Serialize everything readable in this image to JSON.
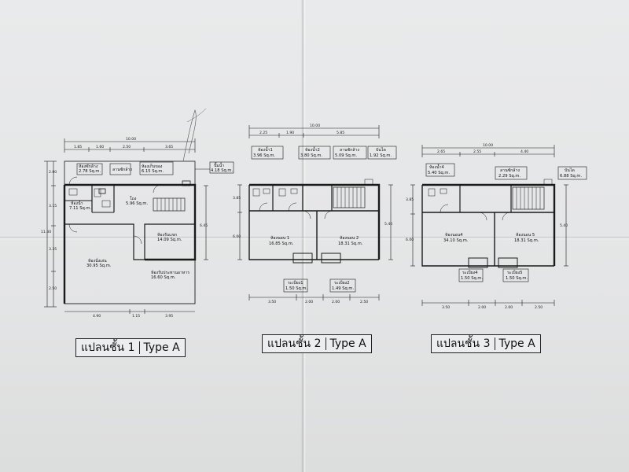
{
  "plans": [
    {
      "title_th": "แปลนชั้น 1",
      "title_type": "Type A",
      "dims_top": [
        "10.00",
        "1.85",
        "1.60",
        "2.50",
        "3.65"
      ],
      "dims_bottom": [
        "4.90",
        "1.15",
        "3.95"
      ],
      "dims_left": [
        "2.00",
        "3.15",
        "11.30",
        "3.35",
        "2.50"
      ],
      "dims_right": [
        "6.45"
      ],
      "rooms": [
        {
          "name": "ห้องซักล้าง",
          "area": "2.78 Sq.m."
        },
        {
          "name": "ลานซักล้าง",
          "area": ""
        },
        {
          "name": "ห้องเก็บของ",
          "area": "6.15 Sq.m."
        },
        {
          "name": "ปั๊มน้ำ",
          "area": "4.18 Sq.m."
        },
        {
          "name": "ห้องน้ำ",
          "area": "7.11 Sq.m."
        },
        {
          "name": "โถง",
          "area": "5.96 Sq.m."
        },
        {
          "name": "ห้องรับแขก",
          "area": "14.09 Sq.m."
        },
        {
          "name": "ห้องนั่งเล่น",
          "area": "30.95 Sq.m."
        },
        {
          "name": "ห้องรับประทานอาหาร",
          "area": "16.60 Sq.m."
        }
      ]
    },
    {
      "title_th": "แปลนชั้น 2",
      "title_type": "Type A",
      "dims_top": [
        "10.00",
        "2.25",
        "1.90",
        "5.85"
      ],
      "dims_bottom": [
        "3.50",
        "2.00",
        "2.00",
        "2.50"
      ],
      "dims_left": [
        "3.85",
        "6.00"
      ],
      "dims_right": [
        "5.40"
      ],
      "rooms": [
        {
          "name": "ห้องน้ำ1",
          "area": "3.96 Sq.m."
        },
        {
          "name": "ห้องน้ำ2",
          "area": "3.80 Sq.m."
        },
        {
          "name": "ลานซักล้าง",
          "area": "5.09 Sq.m."
        },
        {
          "name": "บันได",
          "area": "1.92 Sq.m."
        },
        {
          "name": "ห้องนอน 1",
          "area": "16.85 Sq.m."
        },
        {
          "name": "ห้องนอน 2",
          "area": "18.31 Sq.m."
        },
        {
          "name": "ระเบียง1",
          "area": "1.50 Sq.m."
        },
        {
          "name": "ระเบียง2",
          "area": "1.49 Sq.m."
        }
      ]
    },
    {
      "title_th": "แปลนชั้น 3",
      "title_type": "Type A",
      "dims_top": [
        "10.00",
        "2.65",
        "2.55",
        "4.40"
      ],
      "dims_bottom": [
        "3.50",
        "2.00",
        "2.00",
        "2.50"
      ],
      "dims_left": [
        "3.85",
        "6.00"
      ],
      "dims_right": [
        "5.40"
      ],
      "rooms": [
        {
          "name": "ห้องน้ำ4",
          "area": "5.40 Sq.m."
        },
        {
          "name": "ลานซักล้าง",
          "area": "2.29 Sq.m."
        },
        {
          "name": "บันได",
          "area": "6.88 Sq.m."
        },
        {
          "name": "ห้องนอน4",
          "area": "34.10 Sq.m."
        },
        {
          "name": "ห้องนอน 5",
          "area": "18.31 Sq.m."
        },
        {
          "name": "ระเบียง4",
          "area": "1.50 Sq.m."
        },
        {
          "name": "ระเบียง5",
          "area": "1.50 Sq.m."
        }
      ]
    }
  ]
}
